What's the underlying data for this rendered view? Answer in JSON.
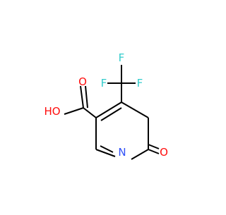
{
  "molecule": {
    "atoms": {
      "f_top": "F",
      "f_left": "F",
      "f_right": "F",
      "o_carbonyl": "O",
      "oh": "HO",
      "n_ring": "N",
      "o_ketone": "O"
    }
  },
  "colors": {
    "bond": "#000000",
    "fluorine": "#33cccc",
    "oxygen": "#ff0d0d",
    "nitrogen": "#3050f8"
  }
}
